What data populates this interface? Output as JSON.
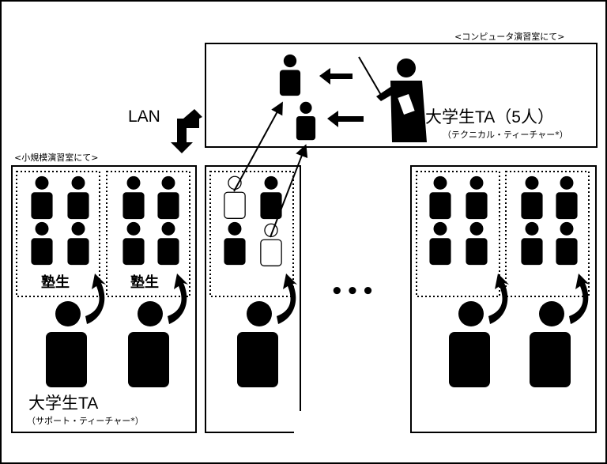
{
  "labels": {
    "computer_room": "<コンピュータ演習室にて>",
    "small_room": "<小規模演習室にて>",
    "lan": "LAN",
    "ta_technical": "大学生TA（5人）",
    "ta_technical_sub": "（テクニカル・ティーチャー*）",
    "ta_support": "大学生TA",
    "ta_support_sub": "（サポート・ティーチャー*）",
    "student": "塾生",
    "ellipsis": "•••"
  },
  "colors": {
    "figure": "#000000",
    "outline": "#000000",
    "background": "#ffffff"
  },
  "icons": [
    "person-icon",
    "teacher-icon",
    "arrow-icon",
    "lan-arrow-icon"
  ]
}
